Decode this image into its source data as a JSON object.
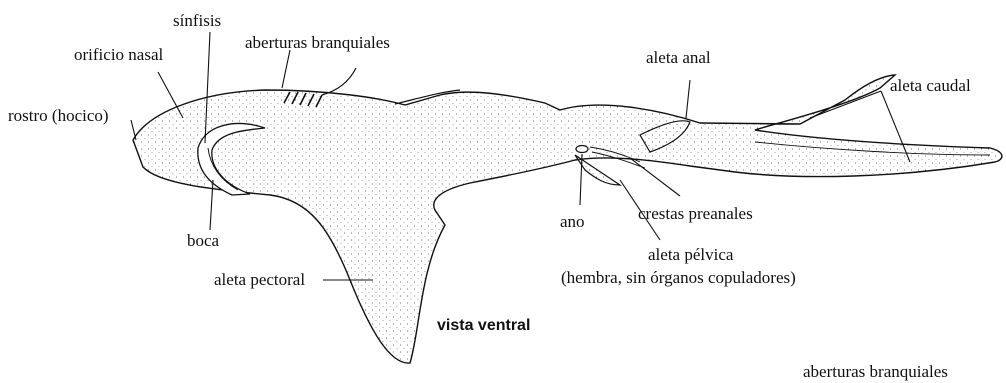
{
  "labels": {
    "sinfisis": "sínfisis",
    "aberturas_branquiales": "aberturas branquiales",
    "orificio_nasal": "orificio nasal",
    "rostro": "rostro (hocico)",
    "boca": "boca",
    "aleta_pectoral": "aleta pectoral",
    "aleta_anal": "aleta anal",
    "aleta_caudal": "aleta caudal",
    "crestas_preanales": "crestas preanales",
    "ano": "ano",
    "aleta_pelvica": "aleta pélvica",
    "aleta_pelvica_note": "(hembra, sin órganos copuladores)",
    "aberturas_branquiales_bottom": "aberturas branquiales"
  },
  "caption": "vista ventral",
  "colors": {
    "ink": "#111111",
    "stipple": "#555555",
    "background": "#ffffff"
  }
}
